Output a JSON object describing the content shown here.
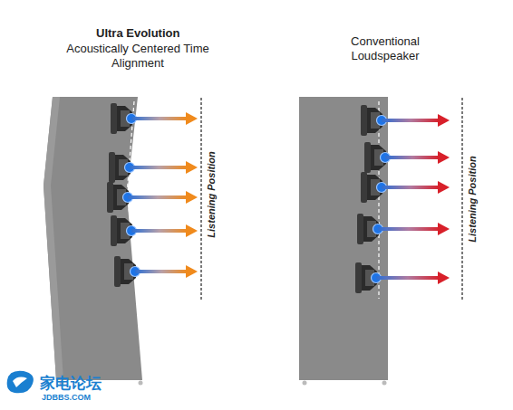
{
  "diagram": {
    "labels": [
      "Ultra Evolution",
      "Acoustically Centered Time Alignment",
      "Conventional Loudspeaker",
      "Listening Position",
      "Listening Position",
      "家电论坛",
      "JDBBS.COM"
    ]
  }
}
